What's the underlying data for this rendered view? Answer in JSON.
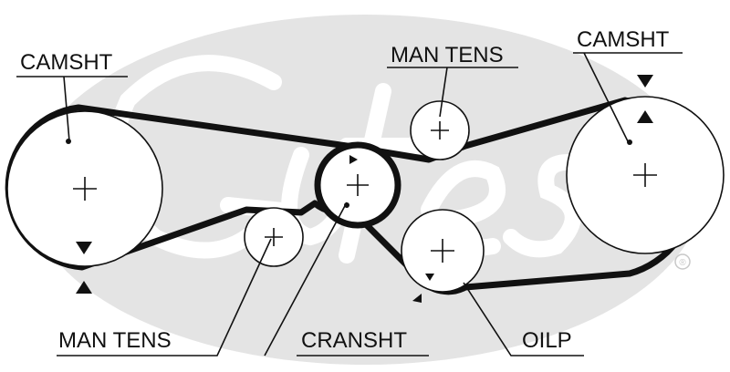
{
  "diagram": {
    "watermark": "Gates",
    "watermark_color": "#e2e2e2",
    "line_color": "#111111",
    "labels": {
      "camshaft_left": "CAMSHT",
      "camshaft_right": "CAMSHT",
      "tensioner_top": "MAN TENS",
      "tensioner_bottom": "MAN TENS",
      "crankshaft": "CRANSHT",
      "oil_pump": "OILP"
    },
    "registered_mark": "®"
  }
}
